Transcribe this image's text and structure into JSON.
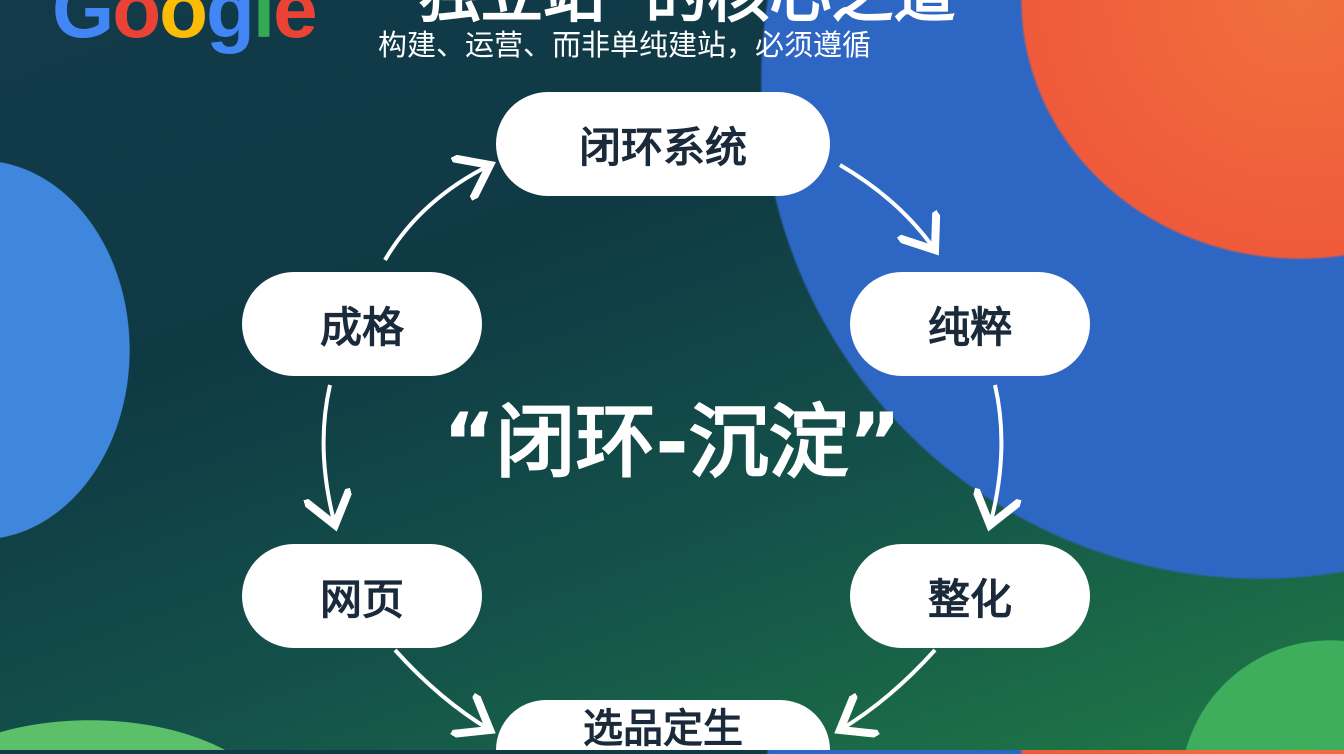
{
  "header": {
    "logo_text": "Google",
    "title": "“独立站”的核心之道",
    "subtitle": "构建、运营、而非单纯建站，必须遵循"
  },
  "center_label": "“闭环-沉淀”",
  "nodes": [
    "闭环系统",
    "纯粹",
    "整化",
    "选品定生",
    "网页",
    "成格"
  ],
  "colors": {
    "pill": "#ffffff",
    "text": "#1a2a3a",
    "google_blue": "#4285f4",
    "google_red": "#ea4335",
    "google_yellow": "#fbbc05",
    "google_green": "#34a853"
  }
}
